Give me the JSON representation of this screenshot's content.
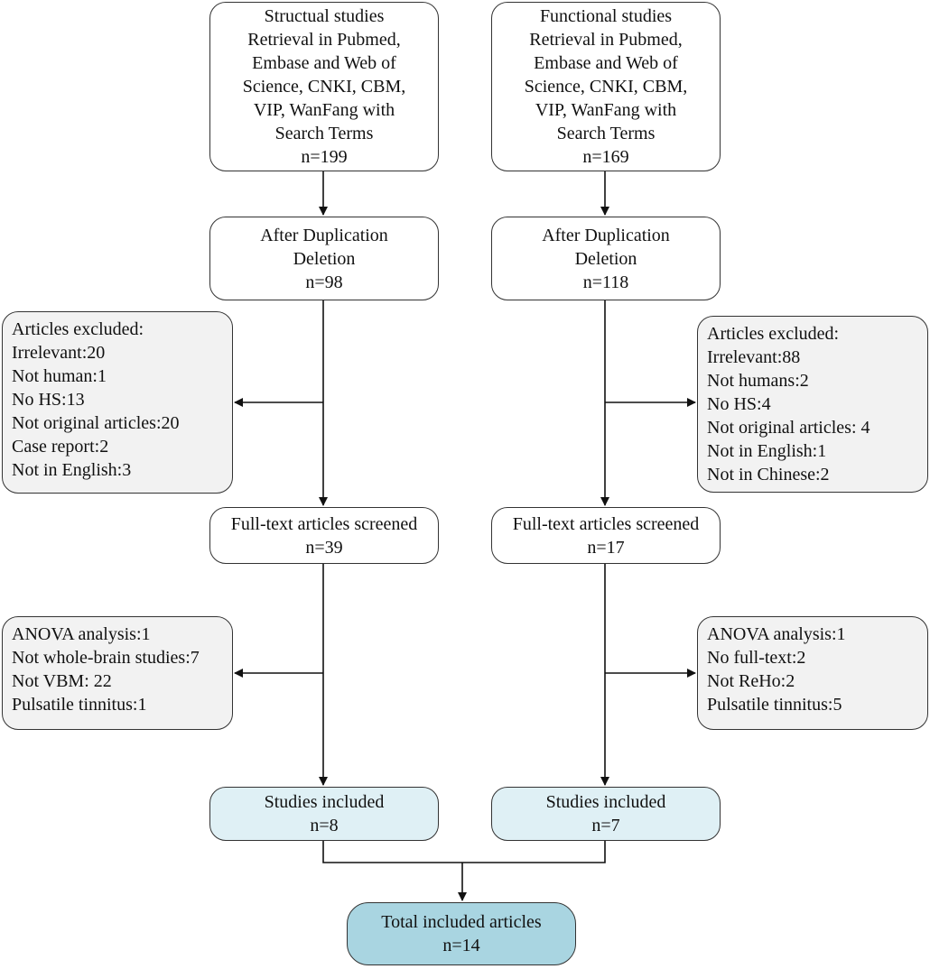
{
  "structural": {
    "search": {
      "lines": [
        "Structual studies",
        "Retrieval in Pubmed,",
        "Embase and Web of",
        "Science, CNKI, CBM,",
        "VIP, WanFang  with",
        "Search Terms",
        "n=199"
      ]
    },
    "dedup": {
      "lines": [
        "After Duplication",
        "Deletion",
        "n=98"
      ]
    },
    "excluded1": {
      "lines": [
        "Articles excluded:",
        "Irrelevant:20",
        "Not human:1",
        "No HS:13",
        "Not original articles:20",
        "Case report:2",
        "Not in English:3"
      ]
    },
    "screened": {
      "lines": [
        "Full-text articles screened",
        "n=39"
      ]
    },
    "excluded2": {
      "lines": [
        "ANOVA analysis:1",
        "Not whole-brain studies:7",
        "Not VBM: 22",
        "Pulsatile tinnitus:1"
      ]
    },
    "included": {
      "lines": [
        "Studies included",
        "n=8"
      ]
    }
  },
  "functional": {
    "search": {
      "lines": [
        "Functional studies",
        "Retrieval in Pubmed,",
        "Embase and Web of",
        "Science, CNKI, CBM,",
        "VIP, WanFang with",
        "Search Terms",
        "n=169"
      ]
    },
    "dedup": {
      "lines": [
        "After Duplication",
        "Deletion",
        "n=118"
      ]
    },
    "excluded1": {
      "lines": [
        "Articles excluded:",
        "Irrelevant:88",
        "Not humans:2",
        "No HS:4",
        "Not original articles: 4",
        "Not in English:1",
        "Not in Chinese:2"
      ]
    },
    "screened": {
      "lines": [
        "Full-text articles screened",
        "n=17"
      ]
    },
    "excluded2": {
      "lines": [
        "ANOVA analysis:1",
        "No full-text:2",
        "Not ReHo:2",
        "Pulsatile tinnitus:5"
      ]
    },
    "included": {
      "lines": [
        "Studies included",
        "n=7"
      ]
    }
  },
  "total": {
    "lines": [
      "Total included articles",
      "n=14"
    ]
  },
  "colors": {
    "box_border": "#333333",
    "excluded_fill": "#f2f2f2",
    "included_fill": "#dff0f5",
    "total_fill": "#a9d5e1"
  }
}
